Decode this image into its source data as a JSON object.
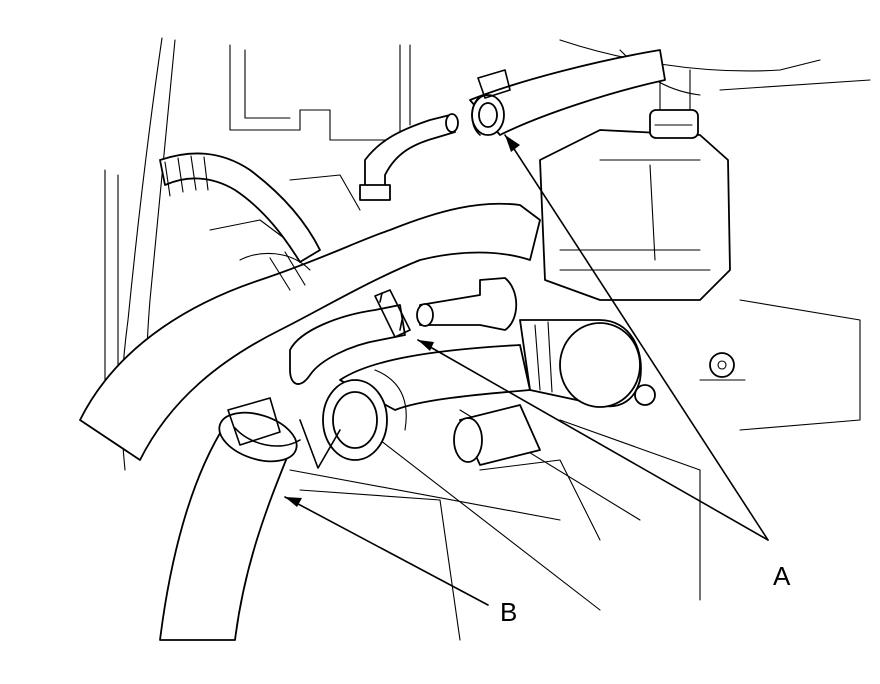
{
  "callouts": [
    {
      "id": "A",
      "text": "A"
    },
    {
      "id": "B",
      "text": "B"
    }
  ],
  "colors": {
    "line": "#000000",
    "background": "#ffffff"
  }
}
